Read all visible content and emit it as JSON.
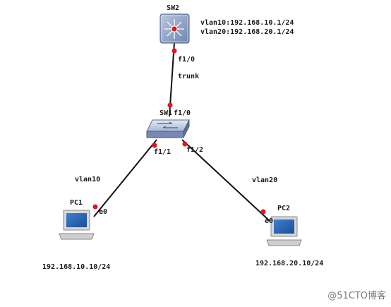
{
  "devices": {
    "sw2": {
      "name": "SW2",
      "vlan10_ip": "vlan10:192.168.10.1/24",
      "vlan20_ip": "vlan20:192.168.20.1/24"
    },
    "sw1": {
      "name": "SW1"
    },
    "pc1": {
      "name": "PC1",
      "ip": "192.168.10.10/24"
    },
    "pc2": {
      "name": "PC2",
      "ip": "192.168.20.10/24"
    }
  },
  "links": {
    "sw2_sw1": {
      "sw2_port": "f1/0",
      "sw1_port": "f1/0",
      "type": "trunk"
    },
    "sw1_pc1": {
      "sw1_port": "f1/1",
      "pc_port": "e0",
      "vlan": "vlan10"
    },
    "sw1_pc2": {
      "sw1_port": "f1/2",
      "pc_port": "e0",
      "vlan": "vlan20"
    }
  },
  "watermark": "@51CTO博客",
  "colors": {
    "link": "#111111",
    "port_dot": "#e3141b",
    "switch_blue": "#8fa3c9",
    "switch_dark": "#5a6f98"
  }
}
